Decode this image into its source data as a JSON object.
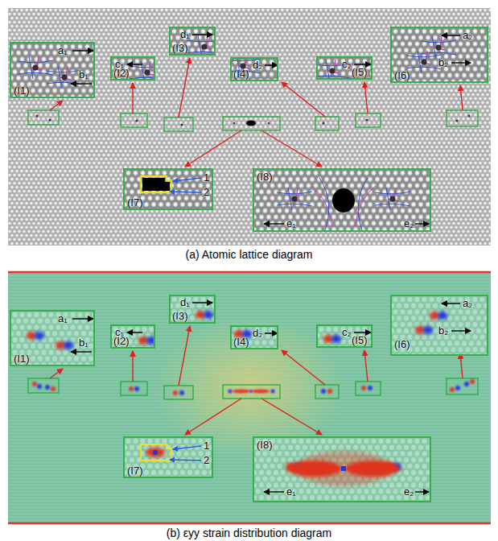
{
  "diagram": {
    "nodes": [
      {
        "text": [
          "a₁",
          "b₁",
          "(I1)"
        ]
      },
      {
        "text": [
          "c₁",
          "(I2)"
        ]
      },
      {
        "text": [
          "d₁",
          "(I3)"
        ]
      },
      {
        "text": [
          "d₂",
          "(I4)"
        ]
      },
      {
        "text": [
          "c₂",
          "(I5)"
        ]
      },
      {
        "text": [
          "a₂",
          "b₂",
          "(I6)"
        ]
      },
      {
        "text": [
          "1",
          "2",
          "(I7)"
        ]
      },
      {
        "text": [
          "e₁",
          "e₂",
          "(I8)"
        ]
      },
      {
        "text": [
          "a₁",
          "b₁",
          "(I1)"
        ]
      },
      {
        "text": [
          "c₁",
          "(I2)"
        ]
      },
      {
        "text": [
          "d₁",
          "(I3)"
        ]
      },
      {
        "text": [
          "d₂",
          "(I4)"
        ]
      },
      {
        "text": [
          "c₂",
          "(I5)"
        ]
      },
      {
        "text": [
          "a₂",
          "b₂",
          "(I6)"
        ]
      },
      {
        "text": [
          "1",
          "2",
          "(I7)"
        ]
      },
      {
        "text": [
          "e₁",
          "e₂",
          "(I8)"
        ]
      }
    ],
    "labels": [
      "(a) Atomic lattice diagram",
      "(b) εyy strain distribution diagram"
    ]
  }
}
